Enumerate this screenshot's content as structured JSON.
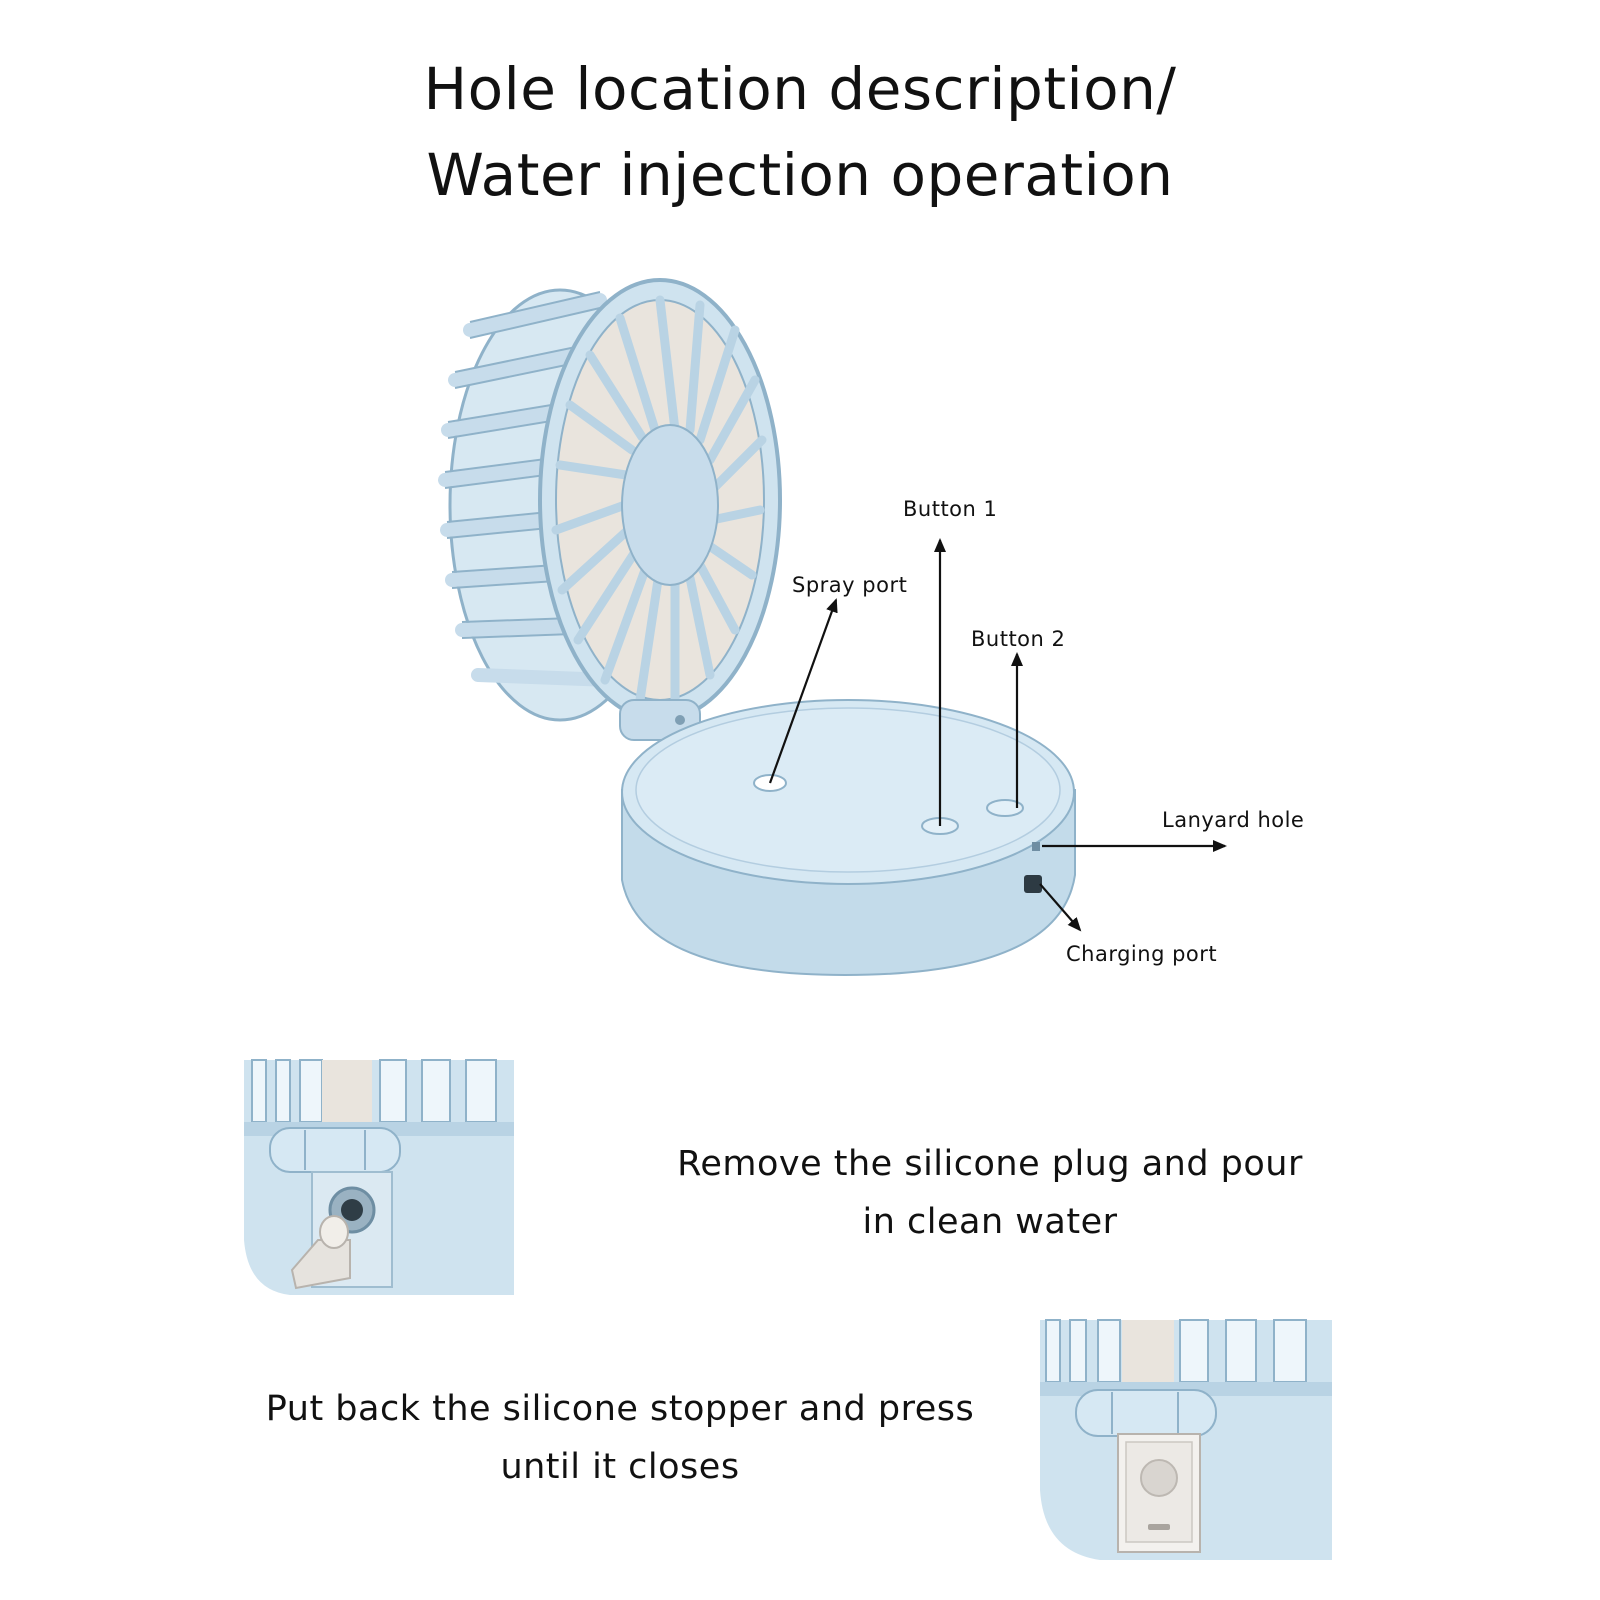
{
  "title": {
    "line1": "Hole location description/",
    "line2": "Water injection operation"
  },
  "callouts": {
    "button1": "Button 1",
    "spray_port": "Spray port",
    "button2": "Button 2",
    "lanyard_hole": "Lanyard hole",
    "charging_port": "Charging port"
  },
  "steps": {
    "step1_line1": "Remove the silicone plug and pour",
    "step1_line2": "in clean water",
    "step2_line1": "Put back the silicone stopper and press",
    "step2_line2": "until it closes"
  },
  "colors": {
    "product": "#cfe3ef",
    "product_shade": "#b9d3e4",
    "product_line": "#8fb2c9",
    "blade": "#e9e4dd",
    "text": "#111111"
  }
}
